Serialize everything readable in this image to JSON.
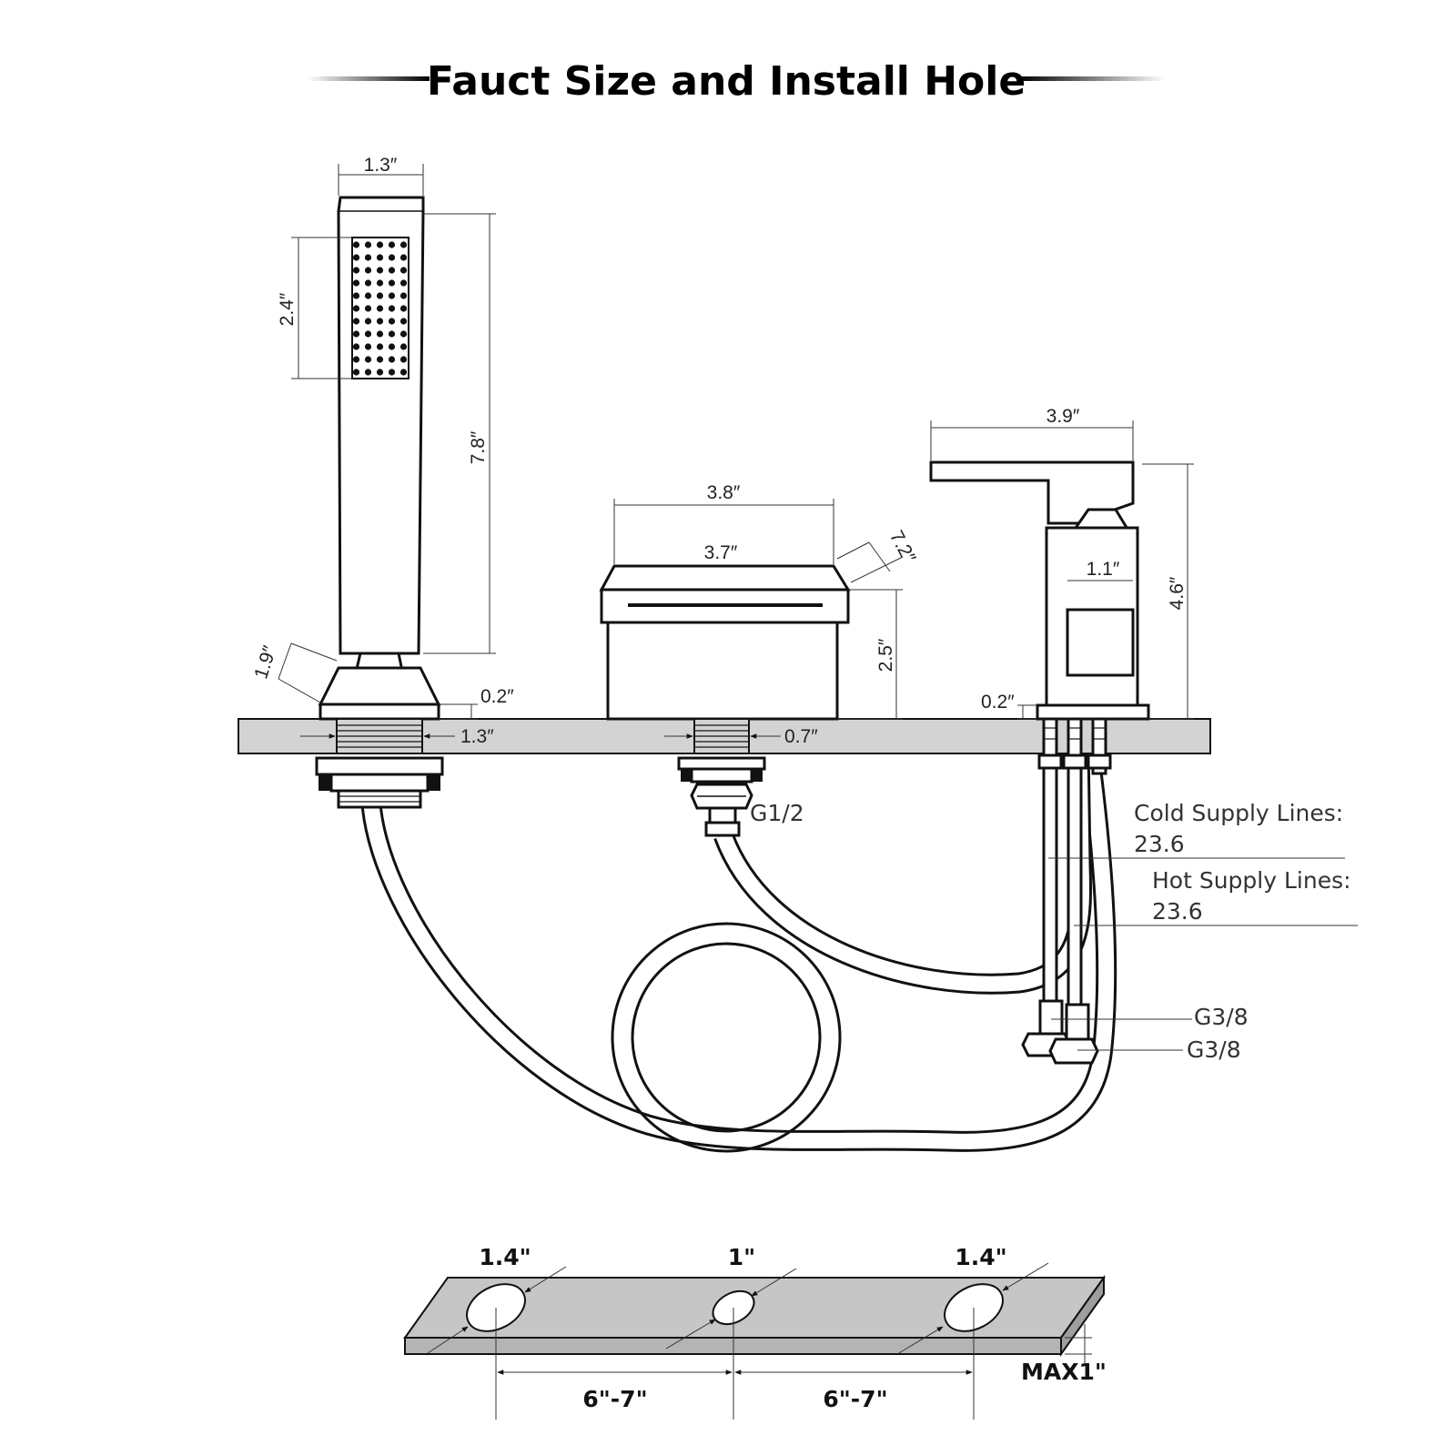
{
  "title": "Fauct Size and Install Hole",
  "dimensions": {
    "handshower_width": "1.3″",
    "spray_face_height": "2.4″",
    "handshower_length": "7.8″",
    "holder_height": "1.9″",
    "holder_base_thickness": "0.2″",
    "left_shank": "1.3″",
    "spout_length": "3.8″",
    "spout_top": "3.7″",
    "spout_depth": "7.2″",
    "spout_height": "2.5″",
    "center_shank": "0.7″",
    "handle_length": "3.9″",
    "valve_body_width": "1.1″",
    "valve_height": "4.6″",
    "valve_base_thickness": "0.2″"
  },
  "connections": {
    "spout_thread": "G1/2",
    "cold_line_label": "Cold Supply Lines:",
    "cold_line_value": "23.6",
    "hot_line_label": "Hot Supply Lines:",
    "hot_line_value": "23.6",
    "inlet_a": "G3/8",
    "inlet_b": "G3/8"
  },
  "install_holes": {
    "left_hole": "1.4\"",
    "center_hole": "1\"",
    "right_hole": "1.4\"",
    "spacing_left": "6\"-7\"",
    "spacing_right": "6\"-7\"",
    "max_thickness": "MAX1\""
  },
  "colors": {
    "deck": "#d3d3d3",
    "outline": "#111111"
  }
}
